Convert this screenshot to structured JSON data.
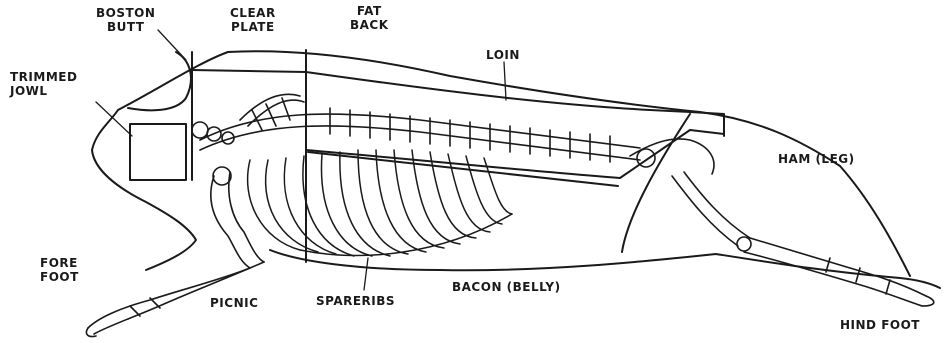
{
  "labels": {
    "boston_butt": [
      "BOSTON",
      "BUTT"
    ],
    "clear_plate": [
      "CLEAR",
      "PLATE"
    ],
    "fat_back": [
      "FAT",
      "BACK"
    ],
    "loin": "LOIN",
    "trimmed_jowl": [
      "TRIMMED",
      "JOWL"
    ],
    "ham_leg": "HAM (LEG)",
    "fore_foot": [
      "FORE",
      "FOOT"
    ],
    "picnic": "PICNIC",
    "spareribs": "SPARERIBS",
    "bacon_belly": "BACON (BELLY)",
    "hind_foot": "HIND FOOT"
  },
  "colors": {
    "ink": "#1a1a1a",
    "background": "#ffffff"
  }
}
